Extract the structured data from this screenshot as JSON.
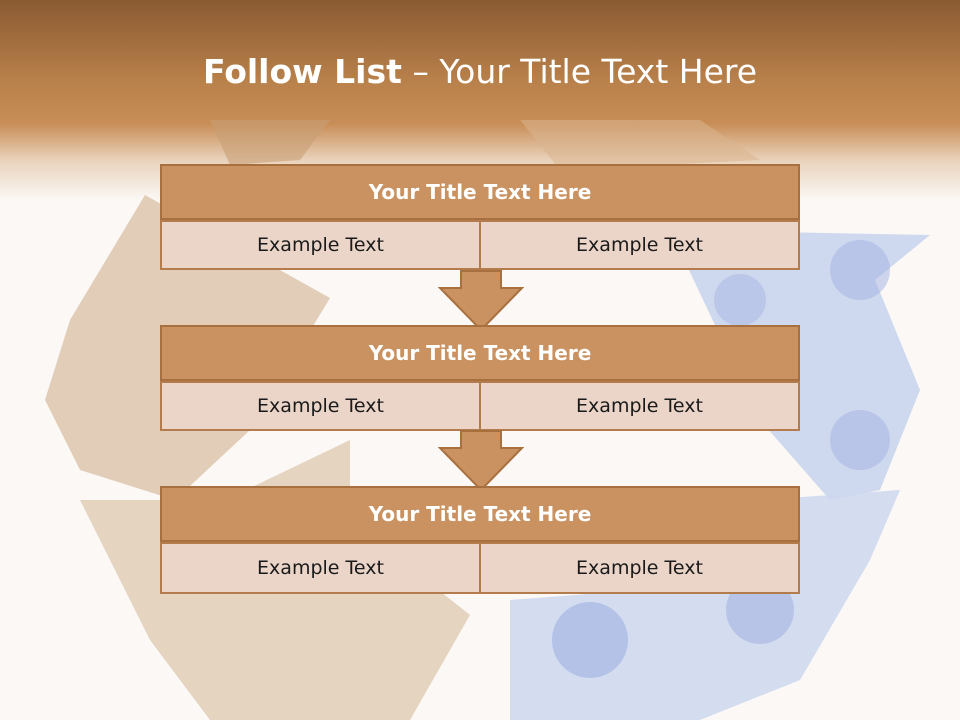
{
  "slide": {
    "title_bold": "Follow List",
    "title_rest": " – Your Title Text Here"
  },
  "blocks": [
    {
      "title": "Your Title Text Here",
      "left_text": "Example Text",
      "right_text": "Example Text"
    },
    {
      "title": "Your Title Text Here",
      "left_text": "Example Text",
      "right_text": "Example Text"
    },
    {
      "title": "Your Title Text Here",
      "left_text": "Example Text",
      "right_text": "Example Text"
    }
  ],
  "colors": {
    "header_brown": "#b8804a",
    "title_fill": "#c99260",
    "cell_fill": "#ead5c8",
    "border": "#a8703f",
    "arrow_fill": "#c99260"
  },
  "icons": {
    "background": "recycle-symbol-image",
    "connector": "down-arrow-icon"
  }
}
